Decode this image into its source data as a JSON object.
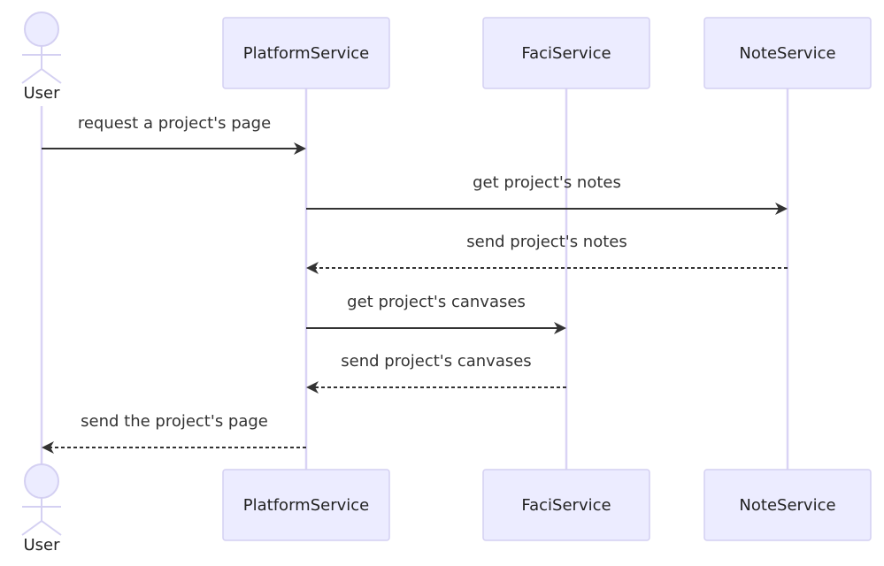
{
  "participants": {
    "user": {
      "label": "User"
    },
    "platform": {
      "label": "PlatformService"
    },
    "faci": {
      "label": "FaciService"
    },
    "note": {
      "label": "NoteService"
    }
  },
  "messages": [
    {
      "label": "request a project's page",
      "from": "user",
      "to": "platform",
      "style": "solid"
    },
    {
      "label": "get project's notes",
      "from": "platform",
      "to": "note",
      "style": "solid"
    },
    {
      "label": "send project's notes",
      "from": "note",
      "to": "platform",
      "style": "dashed"
    },
    {
      "label": "get project's canvases",
      "from": "platform",
      "to": "faci",
      "style": "solid"
    },
    {
      "label": "send project's canvases",
      "from": "faci",
      "to": "platform",
      "style": "dashed"
    },
    {
      "label": "send the project's page",
      "from": "platform",
      "to": "user",
      "style": "dashed"
    }
  ],
  "colors": {
    "box_fill": "#ececff",
    "box_stroke": "#d4d0f2",
    "lifeline": "#d9d3f5",
    "arrow": "#333333"
  }
}
